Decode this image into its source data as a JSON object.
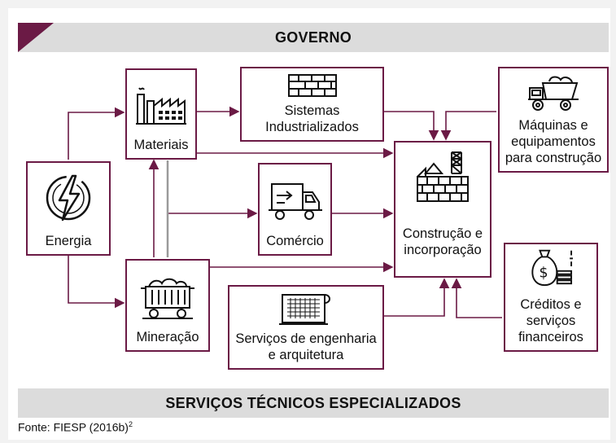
{
  "header": {
    "title": "GOVERNO"
  },
  "footer_band": {
    "title": "SERVIÇOS TÉCNICOS ESPECIALIZADOS"
  },
  "source": {
    "text": "Fonte: FIESP (2016b)",
    "superscript": "2"
  },
  "colors": {
    "accent": "#6b1a45",
    "band": "#dcdcdc",
    "gray_line": "#9a9a9a"
  },
  "nodes": {
    "energia": {
      "label": "Energia",
      "icon": "lightning-icon"
    },
    "materiais": {
      "label": "Materiais",
      "icon": "factory-icon"
    },
    "mineracao": {
      "label": "Mineração",
      "icon": "mine-cart-icon"
    },
    "sistemas": {
      "label_line1": "Sistemas",
      "label_line2": "Industrializados",
      "icon": "brick-wall-icon"
    },
    "comercio": {
      "label": "Comércio",
      "icon": "delivery-truck-icon"
    },
    "servicos": {
      "label_line1": "Serviços de engenharia",
      "label_line2": "e arquitetura",
      "icon": "blueprint-icon"
    },
    "construcao": {
      "label_line1": "Construção e",
      "label_line2": "incorporação",
      "icon": "construction-icon"
    },
    "maquinas": {
      "label_line1": "Máquinas e",
      "label_line2": "equipamentos",
      "label_line3": "para construção",
      "icon": "dump-truck-icon"
    },
    "creditos": {
      "label_line1": "Créditos e",
      "label_line2": "serviços",
      "label_line3": "financeiros",
      "icon": "money-bag-icon"
    }
  }
}
